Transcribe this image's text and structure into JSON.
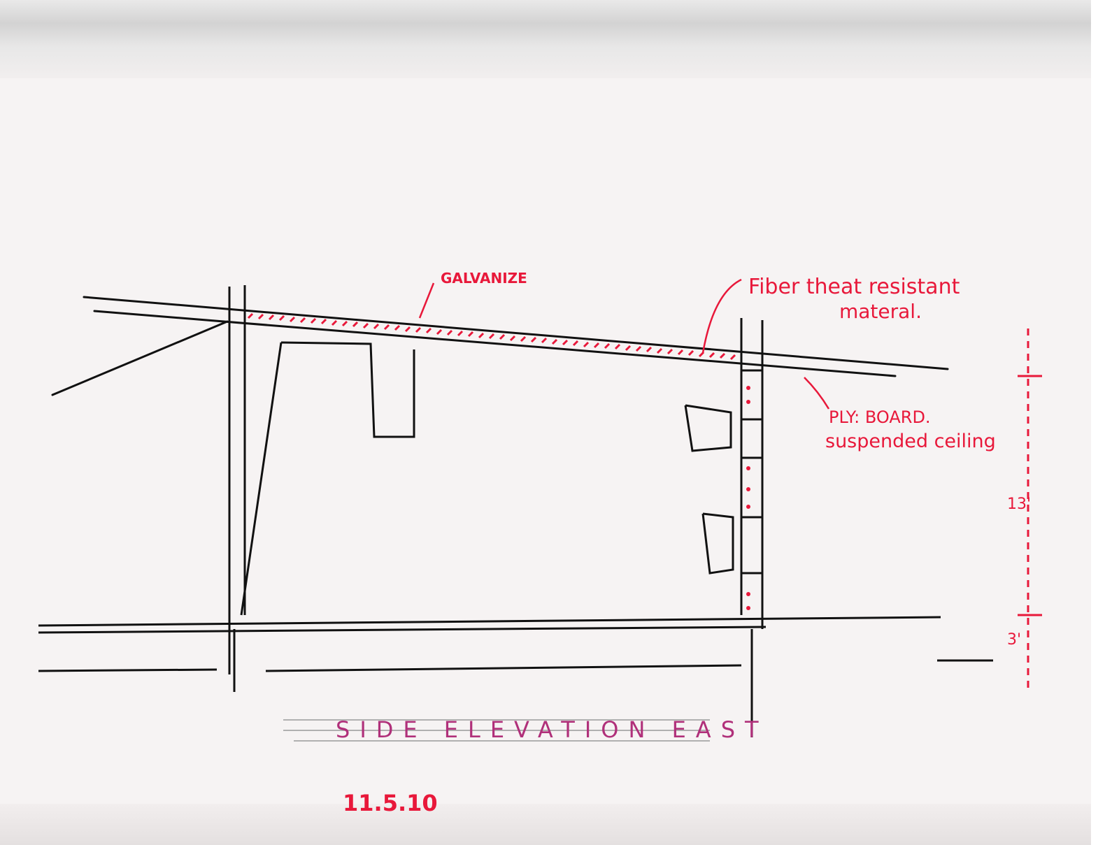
{
  "annotations": {
    "galvanize": "GALVANIZE",
    "fiber_line1": "Fiber theat resistant",
    "fiber_line2": "materal.",
    "ply_line1": "PLY: BOARD.",
    "ply_line2": "suspended ceiling",
    "dim_upper": "13'",
    "dim_lower": "3'"
  },
  "title": "SIDE ELEVATION EAST",
  "date": "11.5.10",
  "colors": {
    "ink": "#111111",
    "red_ink": "#e8183a",
    "title_ink": "#b0307a"
  }
}
